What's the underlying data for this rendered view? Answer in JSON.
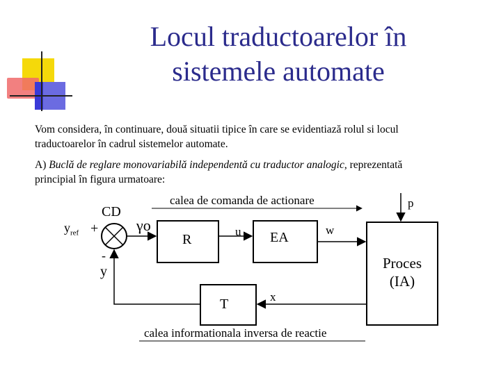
{
  "slide": {
    "title_line1": "Locul traductoarelor în",
    "title_line2": "sistemele automate",
    "intro_line1": "Vom considera, în continuare, două situatii tipice în care se evidentiază rolul si locul",
    "intro_line2": "traductoarelor în cadrul sistemelor automate.",
    "case_a_prefix": "A) ",
    "case_a_italic": "Buclă de reglare monovariabilă independentă cu traductor analogic",
    "case_a_suffix": ", reprezentată",
    "case_a_line2": "principial în figura urmatoare:",
    "accent_colors": {
      "yellow": "#f5d90a",
      "red": "#e8212b",
      "blue": "#2b2bd6",
      "title": "#2b2b8c"
    }
  },
  "diagram": {
    "forward_path_label": "calea de comanda de actionare",
    "feedback_path_label": "calea informationala inversa de reactie",
    "yref_main": "y",
    "yref_sub": "ref",
    "plus_sign": "+",
    "minus_sign": "-",
    "feedback_signal": "y",
    "comparator_label": "CD",
    "error_signal": "γo",
    "controller_block": "R",
    "command_signal": "u",
    "actuator_block": "EA",
    "actuation_signal": "w",
    "disturbance_signal": "p",
    "process_block_line1": "Proces",
    "process_block_line2": "(IA)",
    "transducer_block": "T",
    "process_output_signal": "x"
  }
}
